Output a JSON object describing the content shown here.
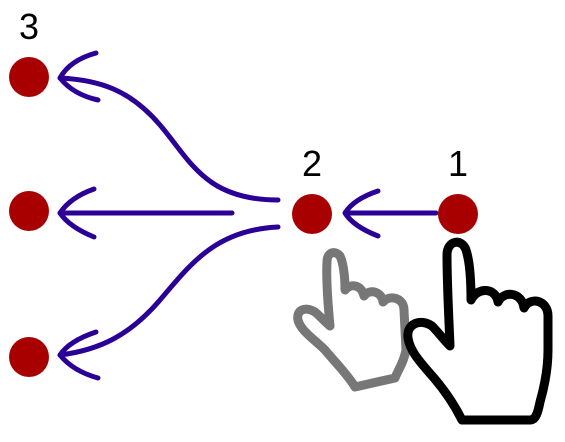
{
  "labels": {
    "step_1": "1",
    "step_2": "2",
    "step_3": "3"
  },
  "colors": {
    "node": "#a80000",
    "arrow": "#2a0096",
    "label": "#000000",
    "hand_active": "#000000",
    "hand_previous": "#777777",
    "hand_fill": "#ffffff"
  },
  "icons": {
    "active_pointer": "hand-pointer-icon",
    "previous_pointer": "hand-pointer-icon"
  }
}
